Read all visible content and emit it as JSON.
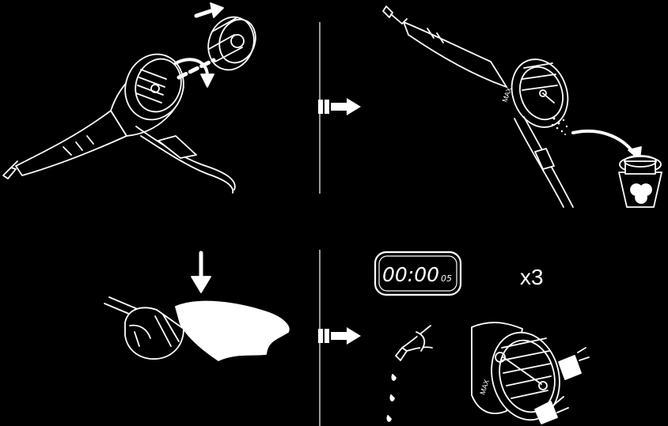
{
  "timer": {
    "display": "00:00",
    "subscript": "05"
  },
  "repeat_label": "x3",
  "handpiece_marking": "MAX",
  "colors": {
    "background": "#000000",
    "line": "#ffffff"
  }
}
